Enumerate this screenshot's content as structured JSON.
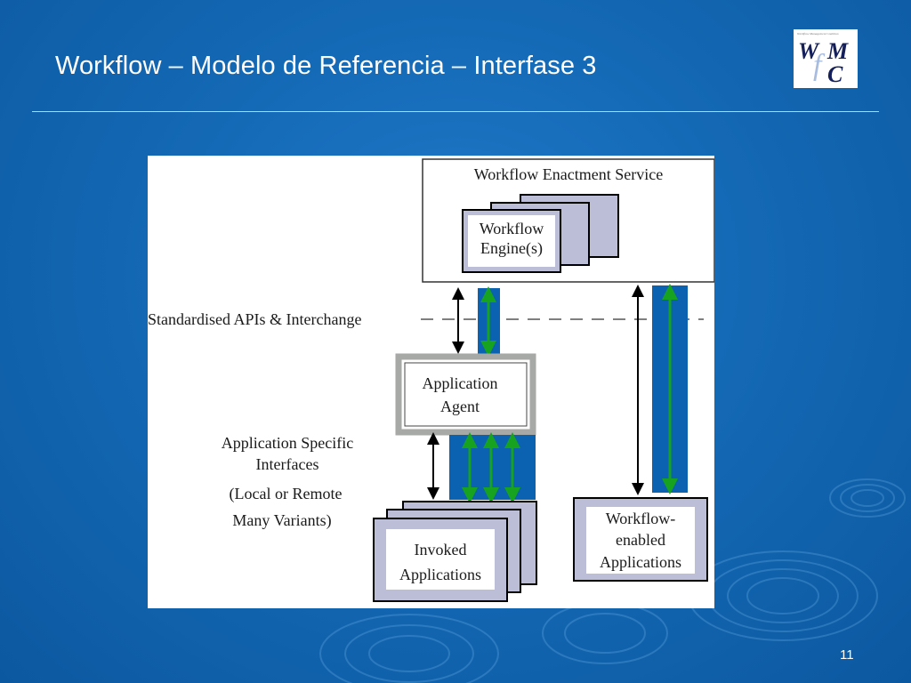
{
  "slide": {
    "title": "Workflow – Modelo de Referencia – Interfase 3",
    "page_number": "11"
  },
  "logo": {
    "tagline": "Workflow Management Coalition",
    "letters": {
      "w": "W",
      "f": "f",
      "m": "M",
      "c": "C"
    }
  },
  "diagram": {
    "enactment_service": "Workflow Enactment Service",
    "engine_line1": "Workflow",
    "engine_line2": "Engine(s)",
    "apis_label": "Standardised APIs & Interchange",
    "agent_line1": "Application",
    "agent_line2": "Agent",
    "specific_line1": "Application Specific",
    "specific_line2": "Interfaces",
    "specific_line3": "(Local or Remote",
    "specific_line4": "Many Variants)",
    "invoked_line1": "Invoked",
    "invoked_line2": "Applications",
    "enabled_line1": "Workflow-",
    "enabled_line2": "enabled",
    "enabled_line3": "Applications"
  },
  "colors": {
    "background": "#1469b5",
    "channel_blue": "#0a62b0",
    "arrow_green": "#17a31f",
    "stack_fill": "#bcbed8",
    "agent_border": "#a7a9a6"
  }
}
